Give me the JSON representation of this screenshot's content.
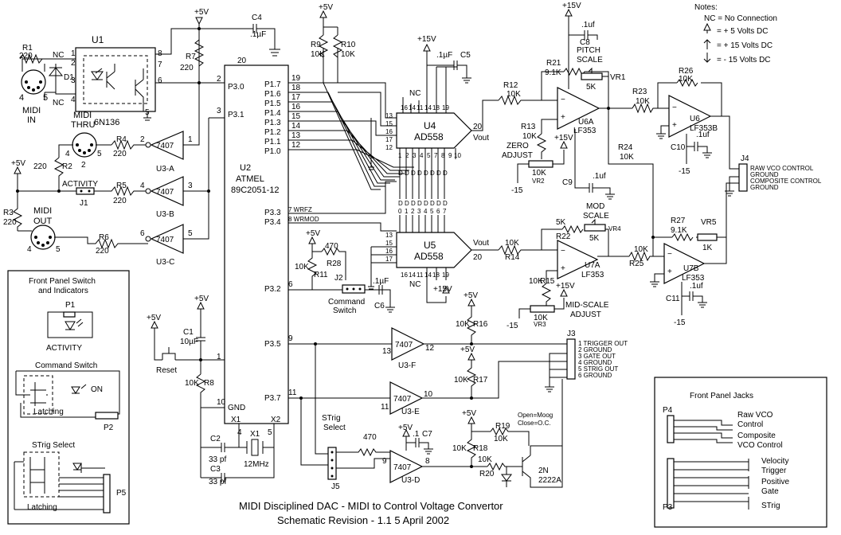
{
  "title": {
    "line1": "MIDI Disciplined DAC - MIDI to Control Voltage Convertor",
    "line2": "Schematic Revision - 1.1  5 April 2002"
  },
  "notes": {
    "heading": "Notes:",
    "items": [
      "NC = No Connection",
      "= + 5 Volts DC",
      "= + 15 Volts DC",
      "= - 15 Volts DC"
    ]
  },
  "midi": {
    "in_label": [
      "MIDI",
      "IN"
    ],
    "thru_label": [
      "MIDI",
      "THRU"
    ],
    "out_label": [
      "MIDI",
      "OUT"
    ],
    "pin_numbers": [
      "4",
      "5",
      "2"
    ]
  },
  "u1": {
    "ref": "U1",
    "part": "6N136",
    "nc": "NC",
    "diode": "D1",
    "pins": [
      "1",
      "2",
      "3",
      "4",
      "8",
      "7",
      "6",
      "5"
    ]
  },
  "u2": {
    "ref": "U2",
    "maker": "ATMEL",
    "part": "89C2051-12",
    "ports": [
      "P1.7",
      "P1.6",
      "P1.5",
      "P1.4",
      "P1.3",
      "P1.2",
      "P1.1",
      "P1.0"
    ],
    "port_pins": [
      "19",
      "18",
      "17",
      "16",
      "15",
      "14",
      "13",
      "12"
    ],
    "p30": "P3.0",
    "p31": "P3.1",
    "p33": "P3.3",
    "p34": "P3.4",
    "p32": "P3.2",
    "p35": "P3.5",
    "p37": "P3.7",
    "wrfz": "7 WRFZ",
    "wrmod": "8 WRMOD",
    "gnd": "GND",
    "x1": "X1",
    "x2": "X2",
    "pin_numbers": [
      "20",
      "2",
      "3",
      "6",
      "9",
      "11",
      "1",
      "10",
      "4",
      "5"
    ]
  },
  "inverters": [
    {
      "part": "7407",
      "ref": "U3-A",
      "in_pin": "1",
      "out_pin": "2"
    },
    {
      "part": "7407",
      "ref": "U3-B",
      "in_pin": "3",
      "out_pin": "4"
    },
    {
      "part": "7407",
      "ref": "U3-C",
      "in_pin": "5",
      "out_pin": "6"
    },
    {
      "part": "7407",
      "ref": "U3-F",
      "in_pin": "13",
      "out_pin": "12"
    },
    {
      "part": "7407",
      "ref": "U3-E",
      "in_pin": "11",
      "out_pin": "10"
    },
    {
      "part": "7407",
      "ref": "U3-D",
      "in_pin": "9",
      "out_pin": "8"
    }
  ],
  "resistors": {
    "r1": [
      "R1",
      "220"
    ],
    "r2": [
      "220",
      "R2"
    ],
    "r3": [
      "R3",
      "220"
    ],
    "r4": [
      "R4",
      "220"
    ],
    "r5": [
      "R5",
      "220"
    ],
    "r6": [
      "R6",
      "220"
    ],
    "r7": [
      "R7",
      "220"
    ],
    "r8": [
      "10K",
      "R8"
    ],
    "r9": [
      "R9",
      "10K"
    ],
    "r10": [
      "R10",
      "10K"
    ],
    "r11": [
      "10K",
      "R11"
    ],
    "r12": [
      "R12",
      "10K"
    ],
    "r13": [
      "R13",
      "10K"
    ],
    "r14": [
      "10K",
      "R14"
    ],
    "r15": [
      "10K",
      "R15"
    ],
    "r16": [
      "10K",
      "R16"
    ],
    "r17": [
      "10K",
      "R17"
    ],
    "r18": [
      "10K",
      "R18"
    ],
    "r19": [
      "R19",
      "10K"
    ],
    "r20": [
      "10K",
      "R20"
    ],
    "r21": [
      "R21",
      "9.1K"
    ],
    "r22": [
      "5K",
      "R22"
    ],
    "r23": [
      "R23",
      "10K"
    ],
    "r24": [
      "R24",
      "10K"
    ],
    "r25": [
      "10K",
      "R25"
    ],
    "r26": [
      "R26",
      "10K"
    ],
    "r27": [
      "R27",
      "9.1K"
    ],
    "r28": [
      "470",
      "R28"
    ],
    "r470": "470"
  },
  "capacitors": {
    "c1": [
      "C1",
      "10µF"
    ],
    "c2": [
      "C2",
      "33 pf"
    ],
    "c3": [
      "C3",
      "33 pf"
    ],
    "c4": [
      "C4",
      ".1µF"
    ],
    "c5": [
      ".1µF",
      "C5"
    ],
    "c6": [
      ".1µF",
      "C6"
    ],
    "c7": [
      ".1",
      "C7"
    ],
    "c8": [
      ".1uf",
      "C8"
    ],
    "c9": [
      ".1uf",
      "C9"
    ],
    "c10": [
      ".1uf",
      "C10"
    ],
    "c11": [
      ".1uf",
      "C11"
    ]
  },
  "crystal": {
    "ref": "X1",
    "freq": "12MHz"
  },
  "dacs": {
    "u4": {
      "ref": "U4",
      "part": "AD558",
      "nc": "NC",
      "vout": "Vout",
      "vout_pin": "20"
    },
    "u5": {
      "ref": "U5",
      "part": "AD558",
      "nc": "NC",
      "vout": "Vout",
      "vout_pin": "20"
    },
    "left_pins": [
      "13",
      "15",
      "16",
      "17",
      "12"
    ],
    "top_pins": [
      "16",
      "14",
      "11",
      "14",
      "18",
      "19"
    ],
    "db_labels": [
      "D",
      "D",
      "D",
      "D",
      "D",
      "D",
      "D",
      "D"
    ],
    "db_numbers": [
      "0",
      "1",
      "2",
      "3",
      "4",
      "5",
      "6",
      "7"
    ],
    "db_pins": [
      "1",
      "2",
      "3",
      "4",
      "5",
      "7",
      "8",
      "9",
      "10"
    ]
  },
  "opamps": [
    {
      "ref": "U6A",
      "part": "LF353"
    },
    {
      "ref": "U6",
      "part": "LF353B"
    },
    {
      "ref": "U7A",
      "part": "LF353"
    },
    {
      "ref": "U7B",
      "part": "LF353"
    }
  ],
  "pots": {
    "vr1": [
      "PITCH",
      "SCALE",
      "5K",
      "VR1"
    ],
    "vr2": [
      "ZERO",
      "ADJUST",
      "10K",
      "VR2"
    ],
    "vr3": [
      "MID-SCALE",
      "ADJUST",
      "10K",
      "VR3"
    ],
    "vr4": [
      "MOD",
      "SCALE",
      "5K",
      "VR4"
    ],
    "vr5": [
      "VR5",
      "1K"
    ]
  },
  "power": {
    "p5": "+5V",
    "p15": "+15V",
    "n15": "-15"
  },
  "j1": {
    "ref": "J1",
    "label": "ACTIVITY"
  },
  "j2": {
    "ref": "J2",
    "label": [
      "Command",
      "Switch"
    ]
  },
  "j3": {
    "ref": "J3",
    "items": [
      "1  TRIGGER OUT",
      "2  GROUND",
      "3  GATE OUT",
      "4  GROUND",
      "5  STRIG OUT",
      "6  GROUND"
    ]
  },
  "j4": {
    "ref": "J4",
    "items": [
      "RAW VCO CONTROL",
      "GROUND",
      "COMPOSITE CONTROL",
      "GROUND"
    ]
  },
  "j5": {
    "ref": "J5",
    "label": [
      "STrig",
      "Select"
    ]
  },
  "reset": "Reset",
  "transistor": {
    "ref": "2N",
    "part": "2222A",
    "note": [
      "Open=Moog",
      "Close=O.C."
    ]
  },
  "front_panel_switch": {
    "title": [
      "Front Panel Switch",
      "and Indicators"
    ],
    "p1": "P1",
    "activity": "ACTIVITY",
    "command_switch": "Command Switch",
    "on": "ON",
    "latching": "Latching",
    "p2": "P2",
    "strig_select": "STrig   Select",
    "p5": "P5"
  },
  "front_panel_jacks": {
    "title": "Front Panel Jacks",
    "p4": "P4",
    "p3": "P3",
    "raw_vco": [
      "Raw VCO",
      "Control"
    ],
    "composite_vco": [
      "Composite",
      "VCO Control"
    ],
    "velocity": [
      "Velocity",
      "Trigger"
    ],
    "positive": [
      "Positive",
      "Gate"
    ],
    "strig": "STrig"
  }
}
